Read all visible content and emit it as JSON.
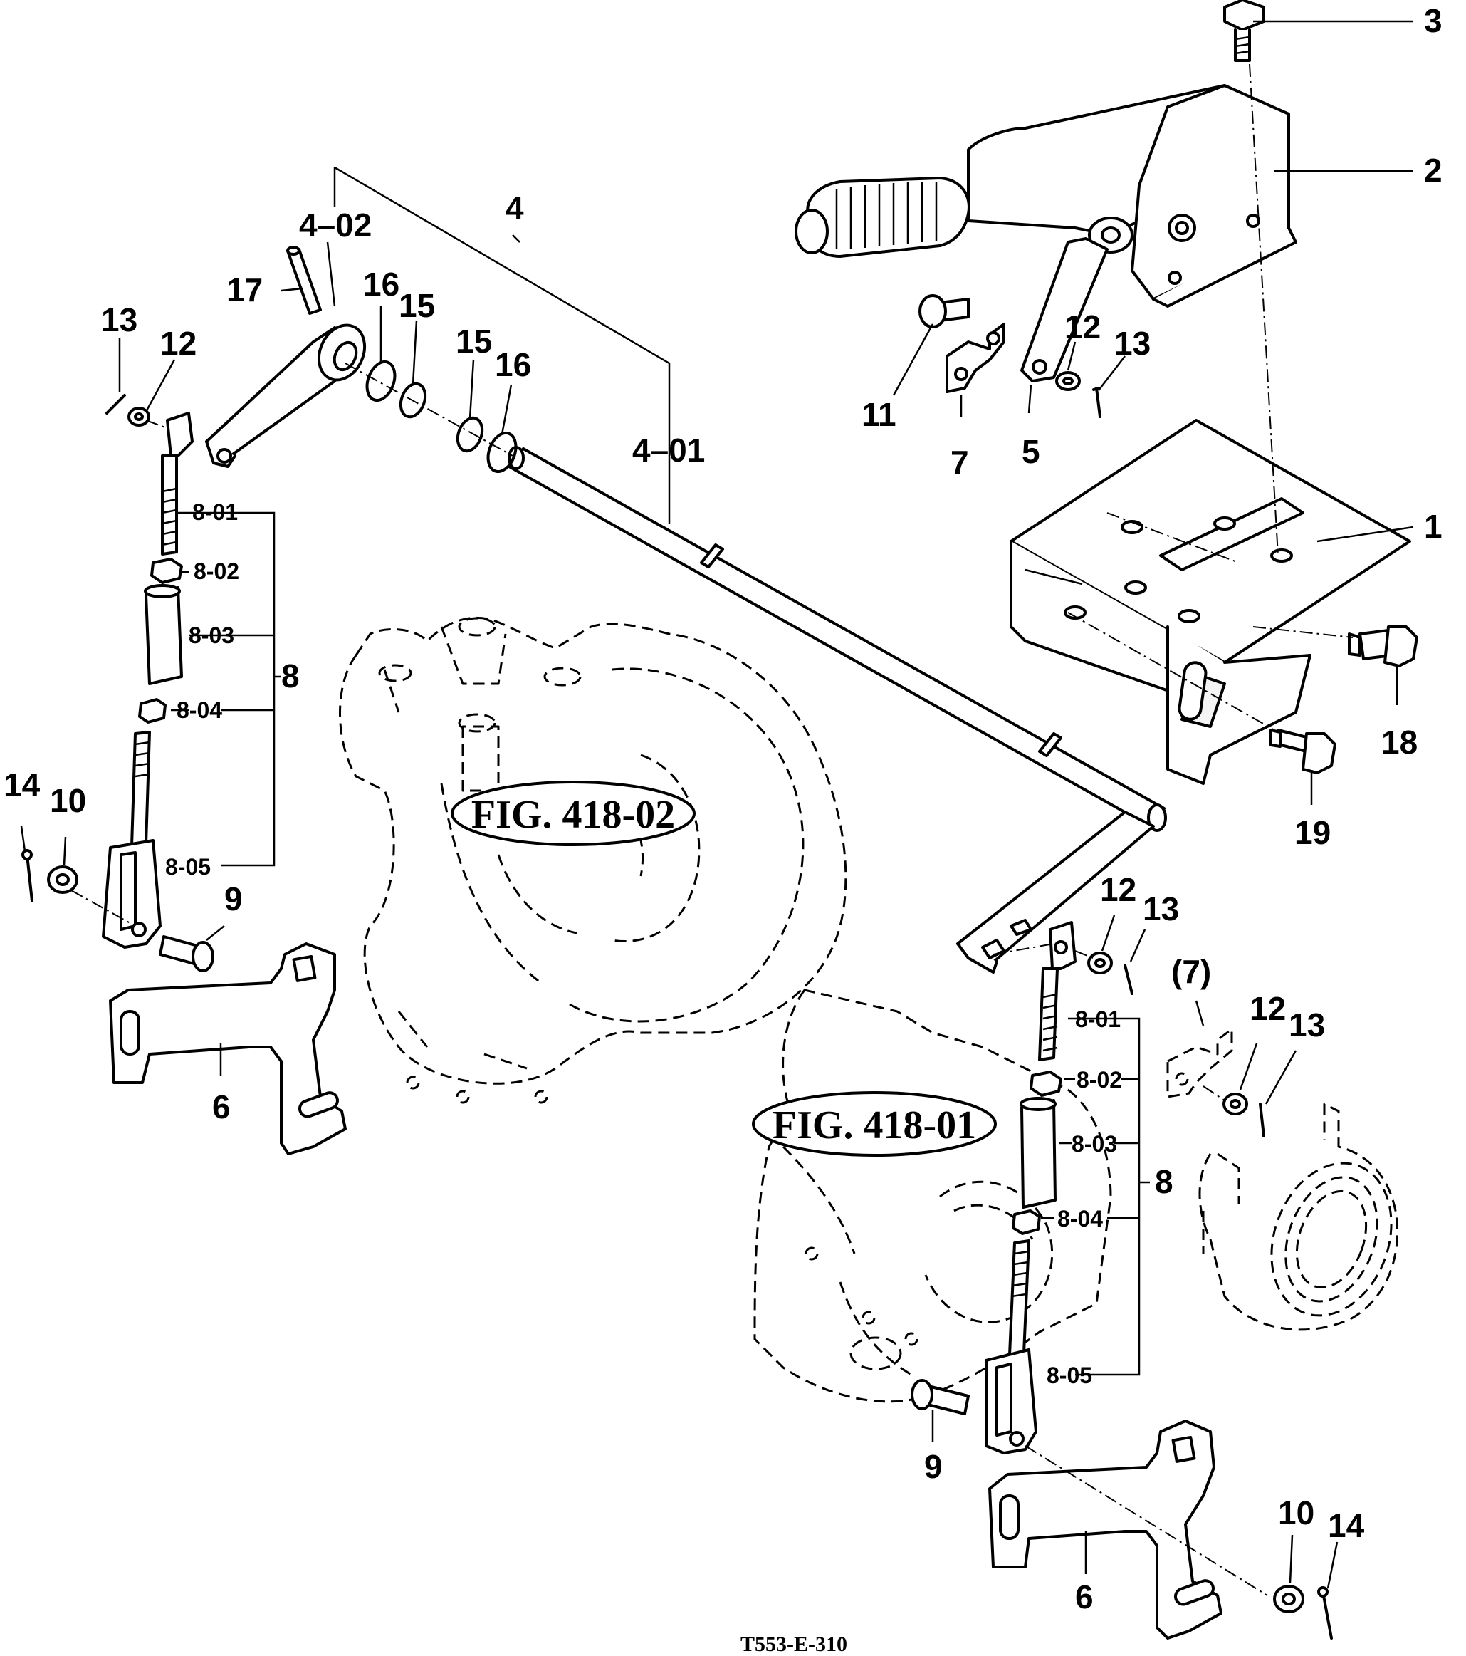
{
  "drawing_code": "T553-E-310",
  "figure_refs": {
    "left": "FIG. 418-02",
    "right": "FIG. 418-01"
  },
  "callouts": {
    "p1": "1",
    "p2": "2",
    "p3": "3",
    "p4": "4",
    "p4_01": "4–01",
    "p4_02": "4–02",
    "p5": "5",
    "p6_left": "6",
    "p6_right": "6",
    "p7": "7",
    "p7_ref": "(7)",
    "p8_left": "8",
    "p8_right": "8",
    "p8_01_left": "8-01",
    "p8_02_left": "8-02",
    "p8_03_left": "8-03",
    "p8_04_left": "8-04",
    "p8_05_left": "8-05",
    "p8_01_right": "8-01",
    "p8_02_right": "8-02",
    "p8_03_right": "8-03",
    "p8_04_right": "8-04",
    "p8_05_right": "8-05",
    "p9_left": "9",
    "p9_right": "9",
    "p10_left": "10",
    "p10_right": "10",
    "p11": "11",
    "p12_topleft": "12",
    "p12_topright": "12",
    "p12_midright": "12",
    "p12_farright": "12",
    "p13_topleft": "13",
    "p13_topright": "13",
    "p13_midright": "13",
    "p13_farright": "13",
    "p14_left": "14",
    "p14_right": "14",
    "p15_a": "15",
    "p15_b": "15",
    "p16_a": "16",
    "p16_b": "16",
    "p17": "17",
    "p18": "18",
    "p19": "19"
  }
}
